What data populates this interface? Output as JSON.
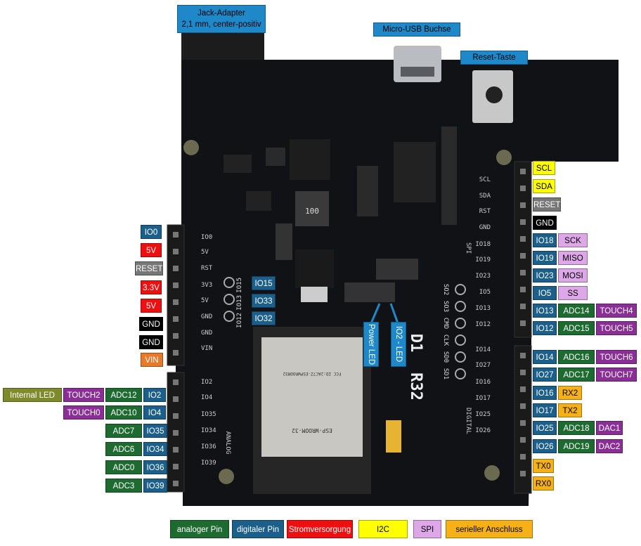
{
  "callouts": {
    "jack_line1": "Jack-Adapter",
    "jack_line2": "2,1 mm, center-positiv",
    "usb": "Micro-USB Buchse",
    "reset_button": "Reset-Taste",
    "power_led": "Power LED",
    "io2_led": "IO2 - LED"
  },
  "left_power_header": [
    "IO0",
    "5V",
    "RESET",
    "3.3V",
    "5V",
    "GND",
    "GND",
    "VIN"
  ],
  "left_analog_header": {
    "io2": [
      "Internal LED",
      "TOUCH2",
      "ADC12",
      "IO2"
    ],
    "io4": [
      "TOUCH0",
      "ADC10",
      "IO4"
    ],
    "io35": [
      "ADC7",
      "IO35"
    ],
    "io34": [
      "ADC6",
      "IO34"
    ],
    "io36": [
      "ADC0",
      "IO36"
    ],
    "io39": [
      "ADC3",
      "IO39"
    ]
  },
  "center_pins": [
    "IO15",
    "IO33",
    "IO32"
  ],
  "right_upper_header": {
    "scl": [
      "SCL"
    ],
    "sda": [
      "SDA"
    ],
    "reset": [
      "RESET"
    ],
    "gnd": [
      "GND"
    ],
    "io18": [
      "IO18",
      "SCK"
    ],
    "io19": [
      "IO19",
      "MISO"
    ],
    "io23": [
      "IO23",
      "MOSI"
    ],
    "io5": [
      "IO5",
      "SS"
    ],
    "io13": [
      "IO13",
      "ADC14",
      "TOUCH4"
    ],
    "io12": [
      "IO12",
      "ADC15",
      "TOUCH5"
    ]
  },
  "right_lower_header": {
    "io14": [
      "IO14",
      "ADC16",
      "TOUCH6"
    ],
    "io27": [
      "IO27",
      "ADC17",
      "TOUCH7"
    ],
    "io16": [
      "IO16",
      "RX2"
    ],
    "io17": [
      "IO17",
      "TX2"
    ],
    "io25": [
      "IO25",
      "ADC18",
      "DAC1"
    ],
    "io26": [
      "IO26",
      "ADC19",
      "DAC2"
    ],
    "tx0": [
      "TX0"
    ],
    "rx0": [
      "RX0"
    ]
  },
  "legend": [
    "analoger Pin",
    "digitaler Pin",
    "Stromversorgung",
    "I2C",
    "SPI",
    "serieller Anschluss"
  ],
  "board": {
    "name_line1": "D1",
    "name_line2": "R32",
    "inductor_marking": "100",
    "left_silk": [
      "IO0",
      "5V",
      "RST",
      "3V3",
      "5V",
      "GND",
      "GND",
      "VIN"
    ],
    "left_silk2": [
      "IO2",
      "IO4",
      "IO35",
      "IO34",
      "IO36",
      "IO39"
    ],
    "analog_silk": "ANALOG",
    "right_silk": [
      "SCL",
      "SDA",
      "RST",
      "GND",
      "IO18",
      "IO19",
      "IO23",
      "IO5",
      "IO13",
      "IO12"
    ],
    "right_silk2": [
      "IO14",
      "IO27",
      "IO16",
      "IO17",
      "IO25",
      "IO26"
    ],
    "spi_silk": "SPI",
    "digital_silk": "DIGITAL",
    "center_silk": [
      "IO15",
      "IO13",
      "IO12"
    ],
    "flash_silk": [
      "SO2",
      "SO3",
      "CMD",
      "CLK",
      "SD0",
      "SD1"
    ],
    "module_silk": [
      "ESP-WROOM-32",
      "FCC ID:2AC7Z-ESPWROOM32"
    ]
  }
}
